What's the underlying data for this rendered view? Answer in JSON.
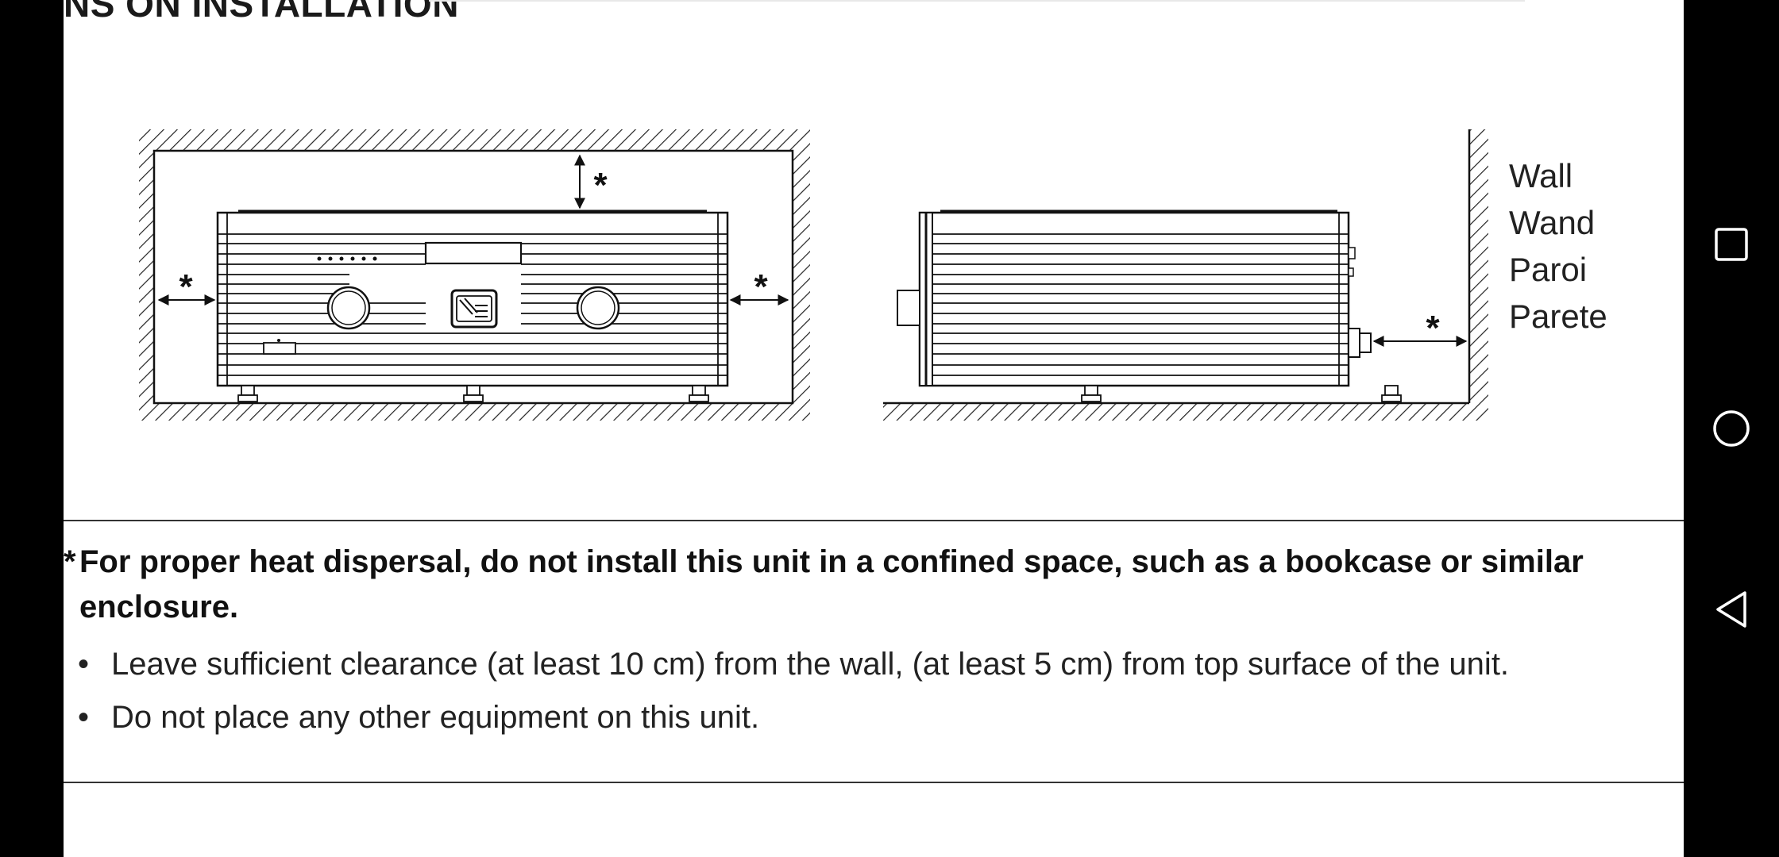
{
  "heading": {
    "title": "NS ON INSTALLATION"
  },
  "diagram": {
    "clearance_mark": "*",
    "wall_labels": [
      "Wall",
      "Wand",
      "Paroi",
      "Parete"
    ]
  },
  "notice": {
    "marker": "*",
    "text": "For proper heat dispersal, do not install this unit in a confined space, such as a bookcase or similar enclosure."
  },
  "bullets": [
    {
      "marker": "•",
      "text": "Leave sufficient clearance (at least 10 cm) from the wall, (at least 5 cm) from top surface of the unit."
    },
    {
      "marker": "•",
      "text": "Do not place any other equipment on this unit."
    }
  ],
  "navbar": {
    "icons": [
      "recent-apps-icon",
      "home-icon",
      "back-icon"
    ],
    "colors": {
      "background": "#000000",
      "icon": "#ffffff"
    }
  }
}
